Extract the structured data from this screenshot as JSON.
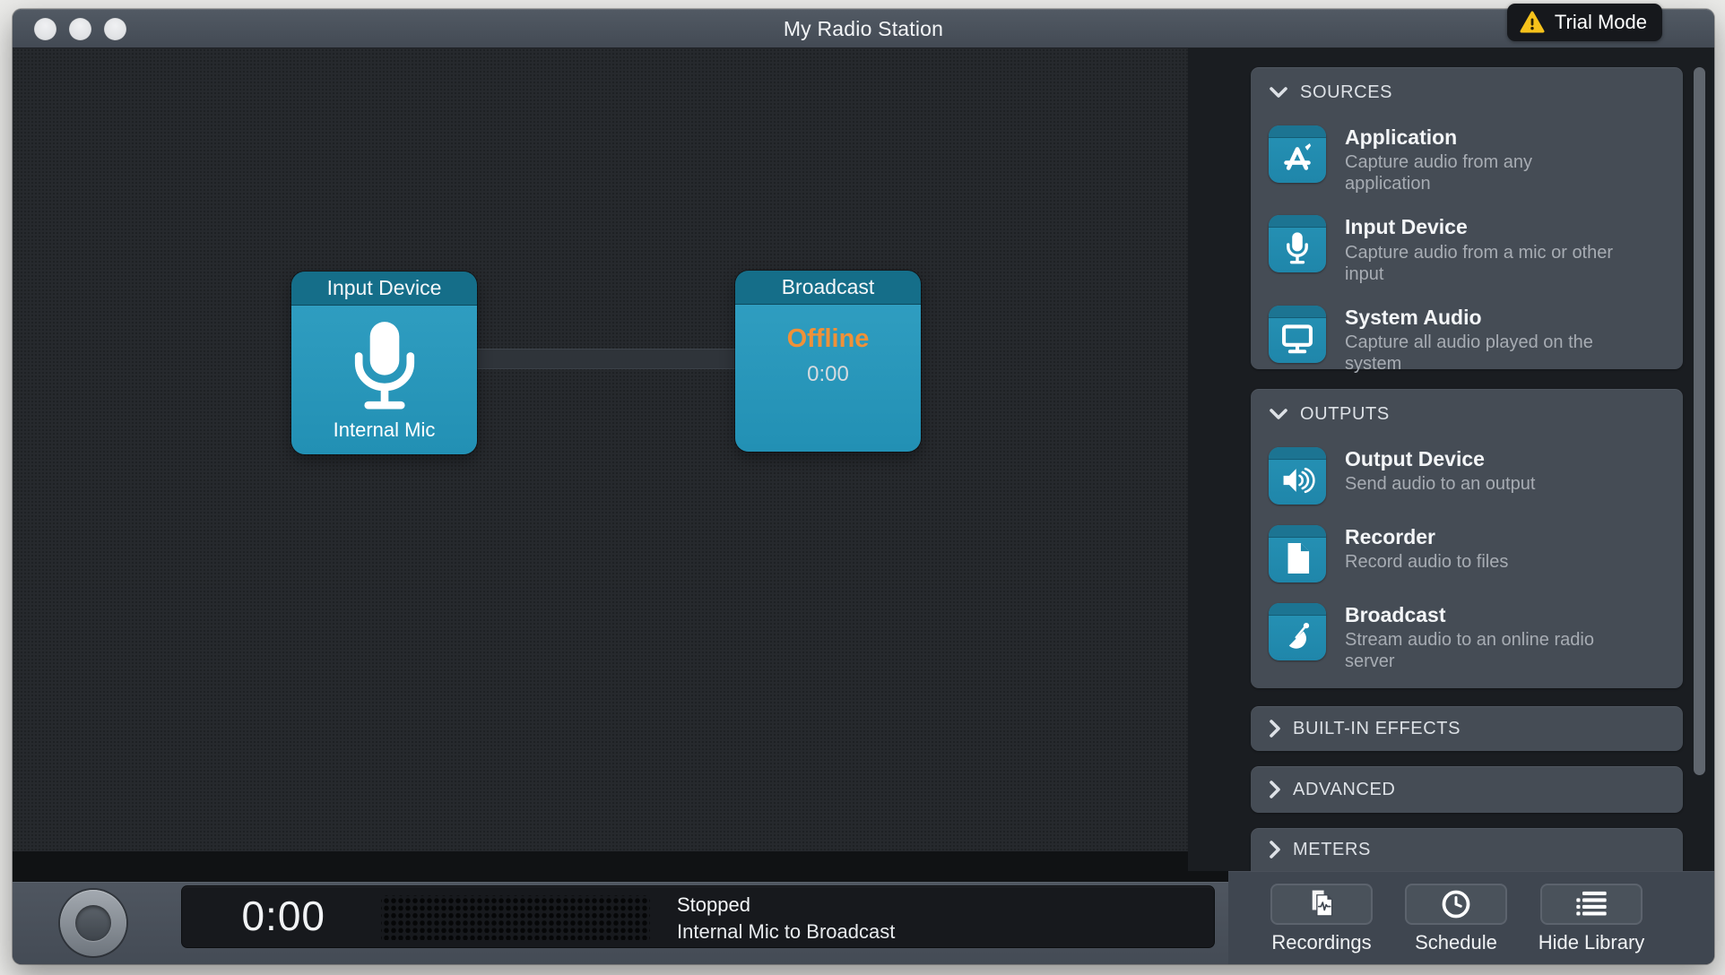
{
  "window": {
    "title": "My Radio Station",
    "trial_badge": "Trial Mode"
  },
  "canvas": {
    "nodes": {
      "input_device": {
        "title": "Input Device",
        "device": "Internal Mic",
        "icon": "microphone-icon"
      },
      "broadcast": {
        "title": "Broadcast",
        "status": "Offline",
        "time": "0:00"
      }
    }
  },
  "sidebar": {
    "sections": [
      {
        "label": "SOURCES",
        "expanded": true,
        "items": [
          {
            "title": "Application",
            "description": "Capture audio from any application",
            "icon": "application-icon"
          },
          {
            "title": "Input Device",
            "description": "Capture audio from a mic or other input",
            "icon": "microphone-icon"
          },
          {
            "title": "System Audio",
            "description": "Capture all audio played on the system",
            "icon": "display-icon"
          }
        ]
      },
      {
        "label": "OUTPUTS",
        "expanded": true,
        "items": [
          {
            "title": "Output Device",
            "description": "Send audio to an output",
            "icon": "speaker-icon"
          },
          {
            "title": "Recorder",
            "description": "Record audio to files",
            "icon": "file-icon"
          },
          {
            "title": "Broadcast",
            "description": "Stream audio to an online radio server",
            "icon": "satellite-dish-icon"
          }
        ]
      },
      {
        "label": "BUILT-IN EFFECTS",
        "expanded": false,
        "items": []
      },
      {
        "label": "ADVANCED",
        "expanded": false,
        "items": []
      },
      {
        "label": "METERS",
        "expanded": false,
        "items": []
      }
    ]
  },
  "transport": {
    "timer": "0:00",
    "status_line1": "Stopped",
    "status_line2": "Internal Mic to Broadcast"
  },
  "footer_buttons": [
    {
      "label": "Recordings",
      "icon": "recordings-icon"
    },
    {
      "label": "Schedule",
      "icon": "clock-icon"
    },
    {
      "label": "Hide Library",
      "icon": "list-icon"
    }
  ],
  "colors": {
    "node_body_teal": "#2795ba",
    "node_header_teal": "#156e89",
    "offline_orange": "#f09138",
    "warning_yellow": "#f6c21b",
    "panel_gray": "#454c55",
    "canvas_dark": "#26292d"
  }
}
